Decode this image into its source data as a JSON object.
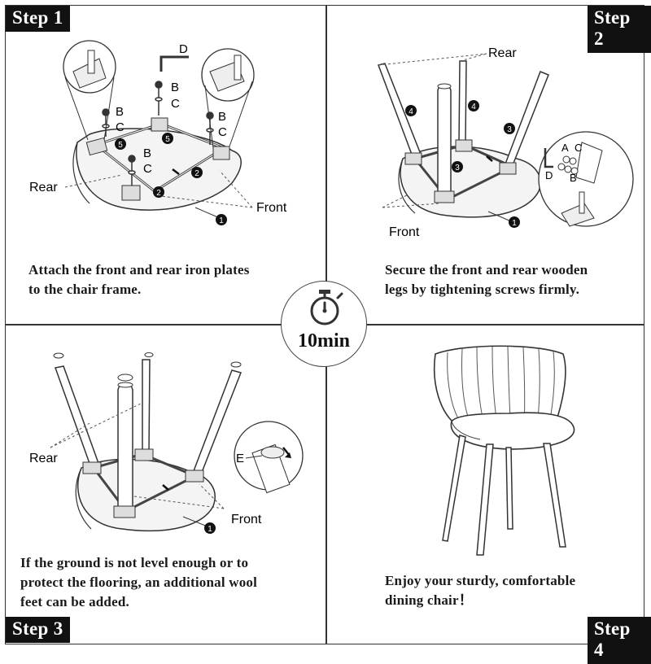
{
  "steps": [
    {
      "tag": "Step 1",
      "caption_lines": [
        "Attach the front and  rear iron plates",
        "to the chair frame."
      ]
    },
    {
      "tag": "Step 2",
      "caption_lines": [
        "Secure the front and rear wooden",
        "legs by tightening screws firmly."
      ]
    },
    {
      "tag": "Step 3",
      "caption_lines": [
        "If the ground is not level enough or to",
        "protect the flooring,   an additional wool",
        "feet can be added."
      ]
    },
    {
      "tag": "Step 4",
      "caption_lines": [
        "Enjoy your sturdy, comfortable",
        "dining chair！"
      ]
    }
  ],
  "timer": {
    "label": "10min",
    "icon": "stopwatch-icon"
  },
  "labels": {
    "rear": "Rear",
    "front": "Front",
    "part_a": "A",
    "part_b": "B",
    "part_c": "C",
    "part_d": "D",
    "part_e": "E",
    "n1": "1",
    "n2": "2",
    "n3": "3",
    "n4": "4",
    "n5": "5"
  }
}
